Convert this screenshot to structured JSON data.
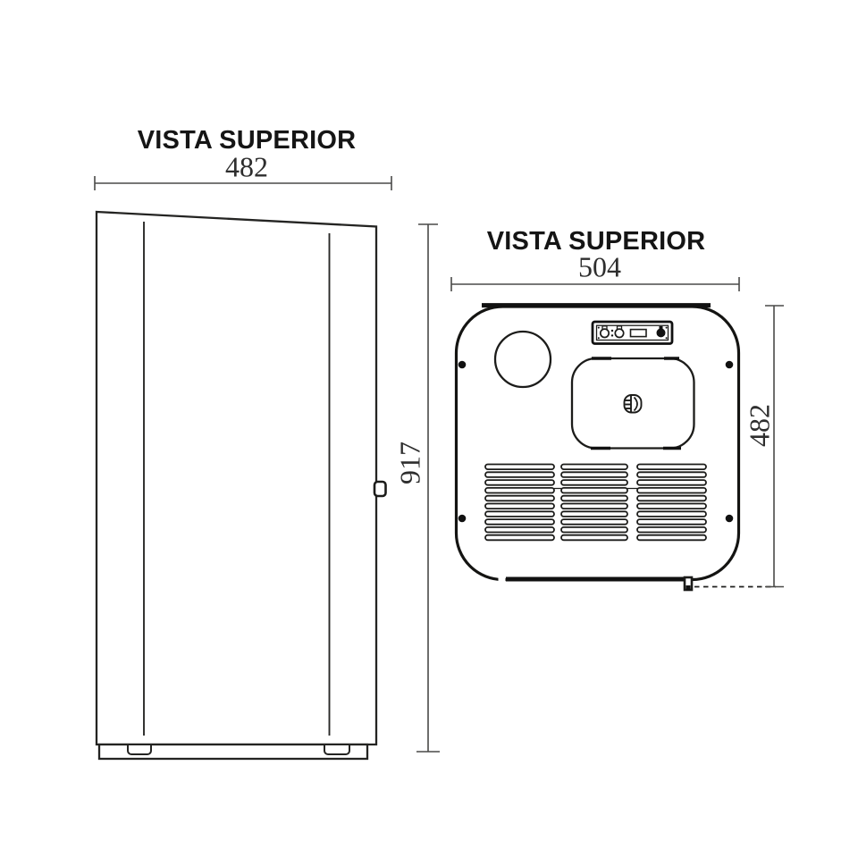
{
  "colors": {
    "background": "#ffffff",
    "heavy_line": "#141412",
    "light_line": "#2a2a28",
    "dim_line": "#4a4a48",
    "text": "#151515",
    "dim_text": "#2e2e2e"
  },
  "left_view": {
    "title": "VISTA SUPERIOR",
    "width_label": "482",
    "height_label": "917"
  },
  "right_view": {
    "title": "VISTA SUPERIOR",
    "width_label": "504",
    "height_label": "482"
  }
}
